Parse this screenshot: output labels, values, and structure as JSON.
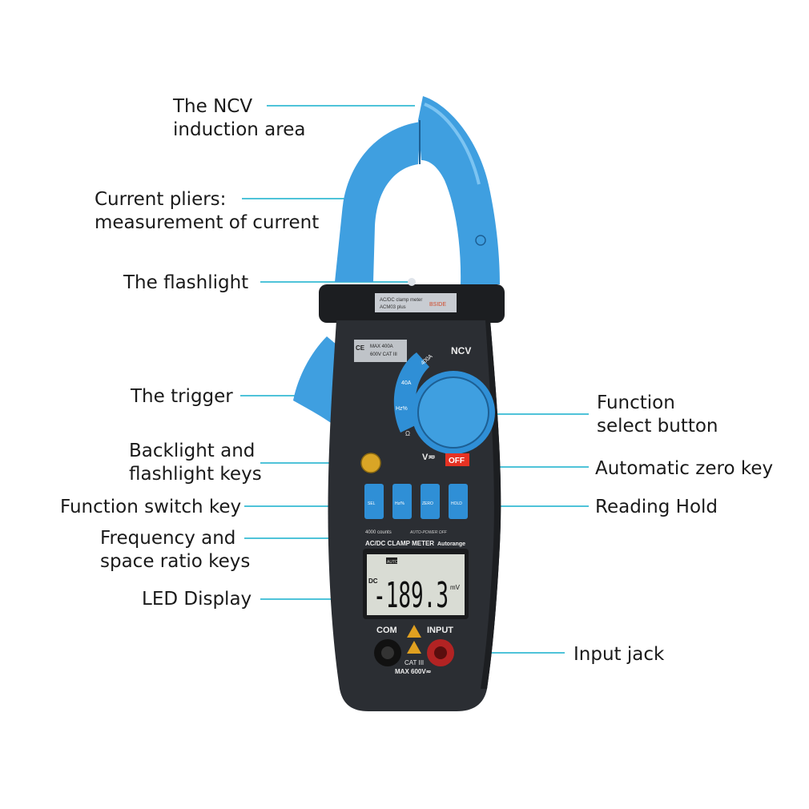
{
  "callouts": {
    "ncv": [
      "The NCV",
      "induction area"
    ],
    "pliers": [
      "Current pliers:",
      "measurement of current"
    ],
    "flashlight": [
      "The flashlight"
    ],
    "trigger": [
      "The trigger"
    ],
    "backlight": [
      "Backlight and",
      "flashlight keys"
    ],
    "function_switch": [
      "Function switch key"
    ],
    "frequency": [
      "Frequency and",
      "space ratio keys"
    ],
    "led_display": [
      "LED Display"
    ],
    "function_select": [
      "Function",
      "select button"
    ],
    "auto_zero": [
      "Automatic zero key"
    ],
    "reading_hold": [
      "Reading Hold"
    ],
    "input_jack": [
      "Input jack"
    ]
  },
  "meter": {
    "top_label_line1": "AC/DC clamp meter",
    "top_label_line2": "ACM03 plus",
    "brand": "BSIDE",
    "rating_line1": "MAX 400A",
    "rating_line2": "600V CAT III",
    "ce_mark": "CE",
    "dial_labels": {
      "ncv": "NCV",
      "a400": "400A",
      "a40": "40A",
      "hz": "Hz%",
      "ohm": "Ω",
      "volt": "V≂",
      "off": "OFF"
    },
    "buttons": {
      "sel": "SEL",
      "hz": "Hz/%",
      "zero": "ZERO",
      "hold": "HOLD"
    },
    "counts_text": "4000 counts",
    "auto_power_text": "AUTO-POWER OFF",
    "model_text": "AC/DC CLAMP METER",
    "autorange_text": "Autorange",
    "lcd": {
      "auto": "AUTO",
      "mode": "DC",
      "reading": "-189.3",
      "unit": "mV"
    },
    "jacks": {
      "com": "COM",
      "input": "INPUT",
      "cat": "CAT III",
      "max": "MAX 600V≂"
    }
  },
  "colors": {
    "body": "#2b2e33",
    "body_dark": "#1c1e21",
    "jaw": "#3f9fe0",
    "jaw_light": "#6cb8ee",
    "button": "#2f8fd6",
    "leader": "#4fc3d9",
    "off": "#e63223",
    "lcd": "#d9dcd4"
  }
}
